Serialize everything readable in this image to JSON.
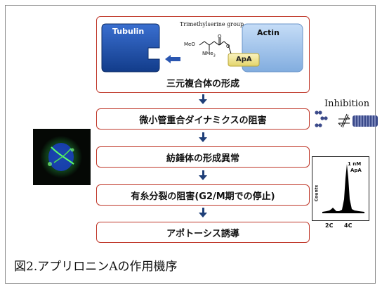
{
  "top_panel": {
    "tubulin_label": "Tubulin",
    "actin_label": "Actin",
    "group_label": "Trimethylserine group",
    "apa_label": "ApA",
    "meo_label": "MeO",
    "nme_label": "NMe",
    "nme_sub": "3",
    "o_label": "O",
    "complex_label": "三元複合体の形成"
  },
  "steps": [
    "微小管重合ダイナミクスの阻害",
    "紡錘体の形成異常",
    "有糸分裂の阻害(G2/M期での停止)",
    "アポトーシス誘導"
  ],
  "inhibition_label": "Inhibition",
  "histogram": {
    "conc_label": "1 nM",
    "drug_label": "ApA",
    "y_label": "Counts",
    "x_ticks": [
      "2C",
      "4C"
    ]
  },
  "caption": "図2.アプリロニンAの作用機序",
  "colors": {
    "border_red": "#c0392b",
    "arrow_blue": "#1f3f78",
    "tubulin_blue": "#1b4fa8",
    "actin_blue": "#9fc4ee",
    "apa_yellow": "#f2e79a"
  }
}
